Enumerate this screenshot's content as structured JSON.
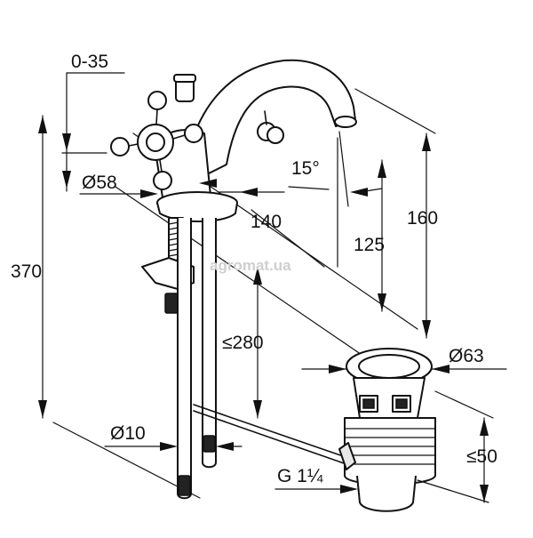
{
  "watermark": "agromat.ua",
  "dimensions": {
    "spout_swivel": "0-35",
    "base_diameter": "Ø58",
    "total_height": "370",
    "spout_reach": "140",
    "spout_angle": "15°",
    "outlet_height": "125",
    "spout_height": "160",
    "max_deck_thickness": "≤280",
    "pipe_diameter": "Ø10",
    "waste_diameter": "Ø63",
    "waste_thread": "G 1¼",
    "waste_length": "≤50"
  }
}
